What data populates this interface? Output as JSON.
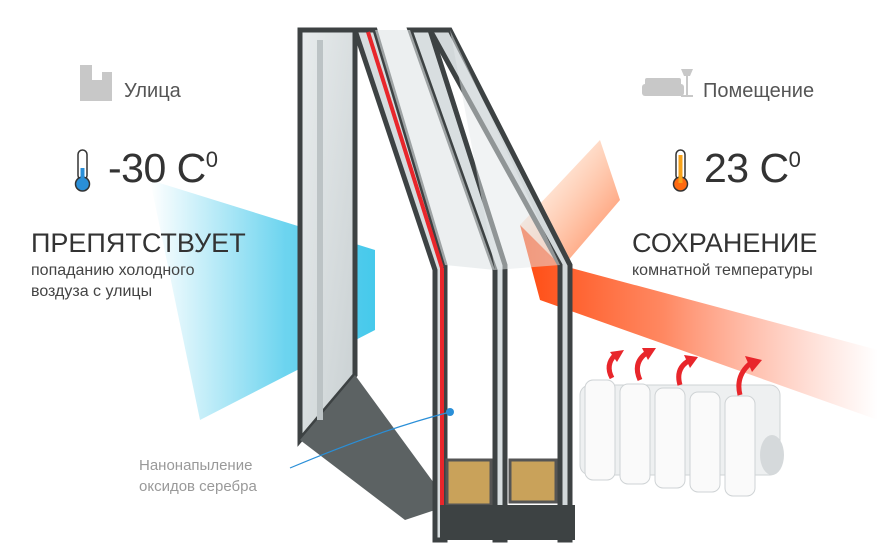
{
  "outside": {
    "place_label": "Улица",
    "temperature": "-30 C",
    "degree": "0",
    "headline": "ПРЕПЯТСТВУЕТ",
    "description_line1": "попаданию холодного",
    "description_line2": "воздуза с улицы",
    "icon": "city-buildings-icon"
  },
  "inside": {
    "place_label": "Помещение",
    "temperature": "23 C",
    "degree": "0",
    "headline": "СОХРАНЕНИЕ",
    "description_line1": "комнатной температуры",
    "icon": "sofa-lamp-icon"
  },
  "coating_note": {
    "line1": "Нанонапыление",
    "line2": "оксидов серебра"
  },
  "colors": {
    "cold": "#3cc6ea",
    "warm": "#ff5a1f",
    "frame": "#3d4243",
    "coating": "#e8262b"
  }
}
